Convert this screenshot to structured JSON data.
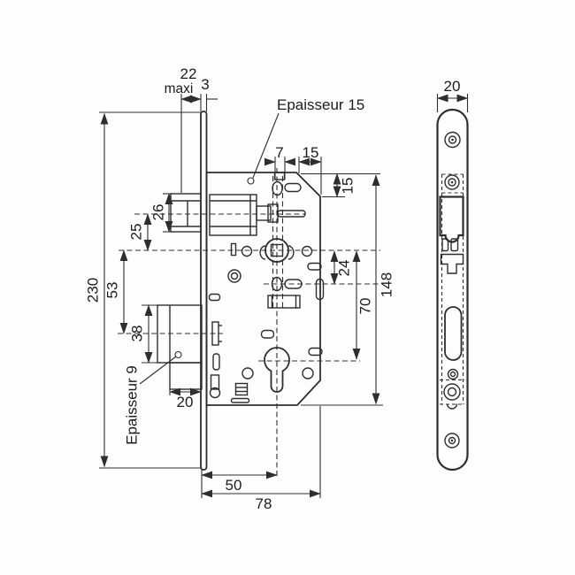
{
  "colors": {
    "line": "#2e2e2e",
    "text": "#1c1c1c",
    "background": "#fdfdfd"
  },
  "views": {
    "side": {
      "labels": {
        "max_width": "22",
        "max_width_suffix": "maxi",
        "plate_thickness": "3",
        "latch_thickness_note": "Epaisseur 15",
        "offset_7": "7",
        "offset_15": "15",
        "chamfer_height": "15",
        "latch_height": "26",
        "latch_to_follower_axis": "25",
        "follower_to_bolt_axis": "53",
        "bolt_height": "38",
        "plate_height": "230",
        "bolt_thickness_note": "Epaisseur 9",
        "bolt_step": "20",
        "backset": "50",
        "case_depth": "78",
        "follower_to_hole": "24",
        "axis_spacing": "70",
        "case_height": "148"
      }
    },
    "front": {
      "labels": {
        "plate_width": "20"
      }
    }
  }
}
